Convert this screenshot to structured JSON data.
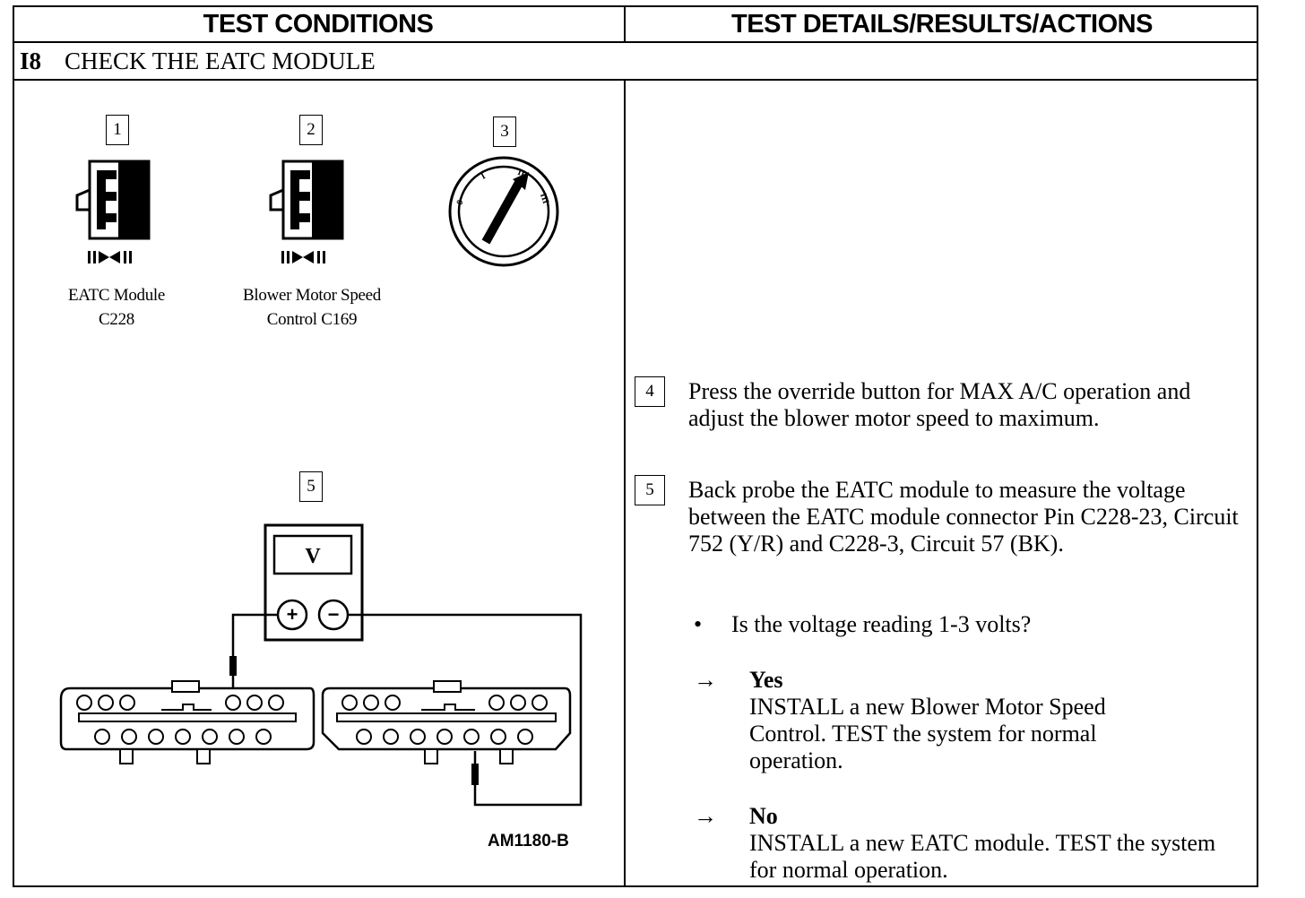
{
  "header": {
    "left": "TEST CONDITIONS",
    "right": "TEST DETAILS/RESULTS/ACTIONS"
  },
  "section": {
    "number": "I8",
    "title": "CHECK THE EATC MODULE"
  },
  "figures": [
    {
      "step": "1",
      "caption_line1": "EATC Module",
      "caption_line2": "C228"
    },
    {
      "step": "2",
      "caption_line1": "Blower Motor Speed",
      "caption_line2": "Control C169"
    },
    {
      "step": "3"
    },
    {
      "step": "5",
      "meter_label": "V",
      "plus": "+",
      "minus": "−"
    }
  ],
  "figure_id": "AM1180-B",
  "steps": [
    {
      "number": "4",
      "text": "Press the override button for MAX A/C operation and adjust the blower motor speed to maximum."
    },
    {
      "number": "5",
      "text": "Back probe the EATC module to measure the voltage between the EATC module connector Pin C228-23, Circuit 752 (Y/R) and C228-3, Circuit 57 (BK)."
    }
  ],
  "question": "Is the voltage reading 1-3 volts?",
  "bullet": "•",
  "answers": [
    {
      "arrow": "→",
      "label": "Yes",
      "action": "INSTALL a new Blower Motor Speed Control. TEST the system for normal operation."
    },
    {
      "arrow": "→",
      "label": "No",
      "action": "INSTALL a new EATC module. TEST the system for normal operation."
    }
  ],
  "ignition_positions": [
    "0",
    "I",
    "II",
    "III"
  ]
}
